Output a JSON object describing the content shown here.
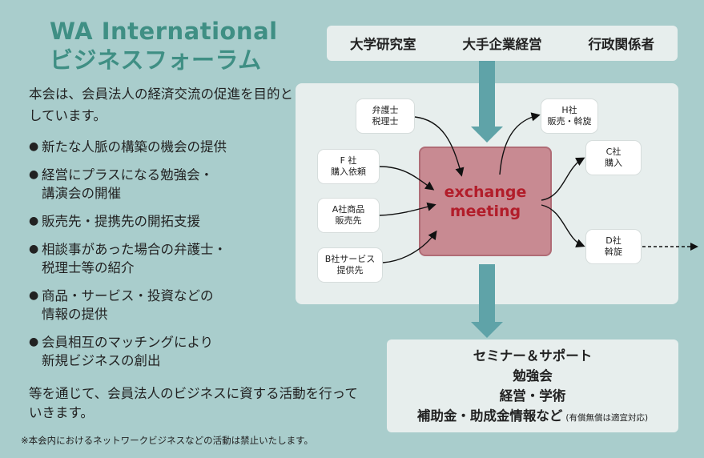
{
  "title": {
    "line1": "WA International",
    "line2": "ビジネスフォーラム"
  },
  "intro": "本会は、会員法人の経済交流の促進を目的としています。",
  "bullets": [
    [
      "新たな人脈の構築の機会の提供"
    ],
    [
      "経営にプラスになる勉強会・",
      "講演会の開催"
    ],
    [
      "販売先・提携先の開拓支援"
    ],
    [
      "相談事があった場合の弁護士・",
      "税理士等の紹介"
    ],
    [
      "商品・サービス・投資などの",
      "情報の提供"
    ],
    [
      "会員相互のマッチングにより",
      "新規ビジネスの創出"
    ]
  ],
  "closing": "等を通じて、会員法人のビジネスに資する活動を行っていきます。",
  "note": "※本会内におけるネットワークビジネスなどの活動は禁止いたします。",
  "diagram": {
    "top_participants": [
      "大学研究室",
      "大手企業経営",
      "行政関係者"
    ],
    "core": {
      "line1": "exchange",
      "line2": "meeting"
    },
    "inputs": [
      {
        "id": "lawyer",
        "line1": "弁護士",
        "line2": "税理士"
      },
      {
        "id": "f",
        "line1": "F 社",
        "line2": "購入依頼"
      },
      {
        "id": "a",
        "line1": "A社商品",
        "line2": "販売先"
      },
      {
        "id": "b",
        "line1": "B社サービス",
        "line2": "提供先"
      }
    ],
    "outputs": [
      {
        "id": "h",
        "line1": "H社",
        "line2": "販売・斡旋"
      },
      {
        "id": "c",
        "line1": "C社",
        "line2": "購入"
      },
      {
        "id": "d",
        "line1": "D社",
        "line2": "斡旋"
      }
    ],
    "results": {
      "line1": "セミナー＆サポート",
      "line2": "勉強会",
      "line3": "経営・学術",
      "line4": "補助金・助成金情報など",
      "note": "(有償無償は適宜対応)"
    }
  },
  "colors": {
    "background": "#a9cdcc",
    "title": "#3f8f84",
    "panel": "#e7eeed",
    "core_fill": "#c88a92",
    "core_text": "#b21d2a",
    "flow_arrow": "#5fa3a8"
  }
}
